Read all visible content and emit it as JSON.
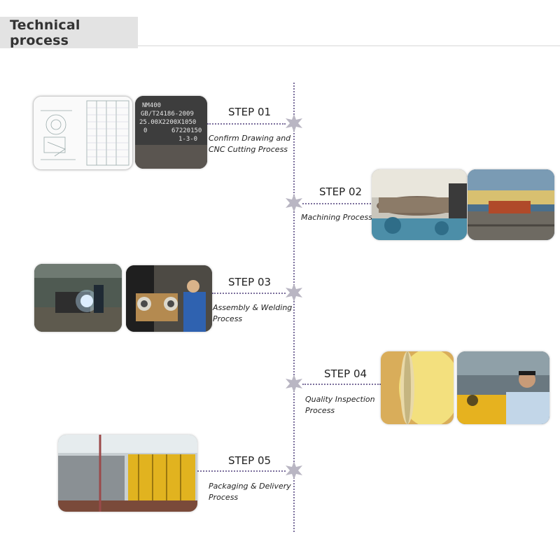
{
  "header": {
    "title": "Technical process"
  },
  "steps": [
    {
      "label": "STEP 01",
      "desc_line1": "Confirm Drawing and",
      "desc_line2": "CNC Cutting Process"
    },
    {
      "label": "STEP 02",
      "desc_line1": "Machining Process",
      "desc_line2": ""
    },
    {
      "label": "STEP 03",
      "desc_line1": "Assembly & Welding",
      "desc_line2": "Process"
    },
    {
      "label": "STEP 04",
      "desc_line1": "Quality Inspection",
      "desc_line2": "Process"
    },
    {
      "label": "STEP 05",
      "desc_line1": "Packaging & Delivery",
      "desc_line2": "Process"
    }
  ],
  "photos": {
    "plate_text": [
      "NM400",
      "GB/T24186-2009",
      "25.00X2200X1050",
      "0",
      "67220150",
      "1-3-0"
    ]
  },
  "colors": {
    "timeline": "#7b6f9c",
    "star": "#b9b6c3",
    "header_bg": "#e3e3e3"
  }
}
